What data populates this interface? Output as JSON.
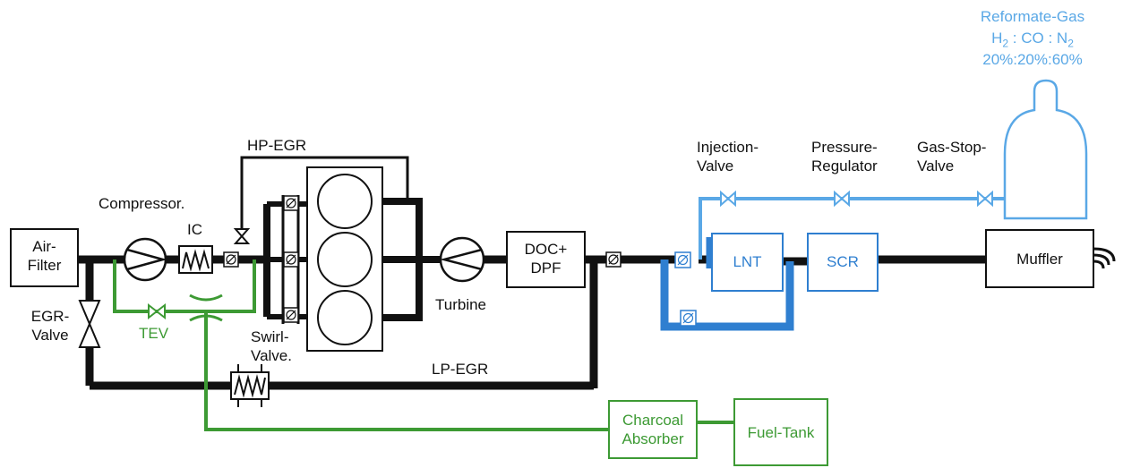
{
  "colors": {
    "line": "#111111",
    "egr_green": "#3d9a34",
    "exhaust_blue": "#2f7fd0",
    "gas_light_blue": "#5aa8e6"
  },
  "components": {
    "air_filter": "Air-\nFilter",
    "compressor": "Compressor.",
    "intercooler": "IC",
    "hp_egr": "HP-EGR",
    "turbine": "Turbine",
    "doc_dpf": "DOC+\nDPF",
    "egr_valve": "EGR-\nValve",
    "tev": "TEV",
    "swirl_valve": "Swirl-\nValve.",
    "lp_egr": "LP-EGR",
    "charcoal_absorber": "Charcoal\nAbsorber",
    "fuel_tank": "Fuel-Tank",
    "injection_valve": "Injection-\nValve",
    "pressure_regulator": "Pressure-\nRegulator",
    "gas_stop_valve": "Gas-Stop-\nValve",
    "lnt": "LNT",
    "scr": "SCR",
    "muffler": "Muffler"
  },
  "reformate_gas": {
    "title": "Reformate-Gas",
    "composition_parts": [
      "H",
      "2",
      " : CO : N",
      "2"
    ],
    "ratio": "20%:20%:60%"
  }
}
